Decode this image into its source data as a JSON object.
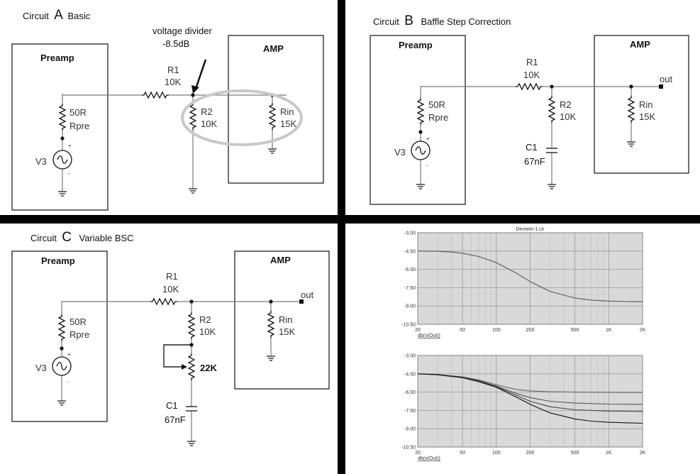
{
  "circuitA": {
    "title_prefix": "Circuit",
    "title_letter": "A",
    "title_rest": "Basic",
    "preamp": "Preamp",
    "amp": "AMP",
    "annotation_line1": "voltage divider",
    "annotation_line2": "-8.5dB",
    "r1_name": "R1",
    "r1_value": "10K",
    "r2_name": "R2",
    "r2_value": "10K",
    "rin_name": "Rin",
    "rin_value": "15K",
    "rpre_value": "50R",
    "rpre_name": "Rpre",
    "source": "V3",
    "plus": "+",
    "minus": "-"
  },
  "circuitB": {
    "title_prefix": "Circuit",
    "title_letter": "B",
    "title_rest": "Baffle Step Correction",
    "preamp": "Preamp",
    "amp": "AMP",
    "r1_name": "R1",
    "r1_value": "10K",
    "r2_name": "R2",
    "r2_value": "10K",
    "c1_name": "C1",
    "c1_value": "67nF",
    "rin_name": "Rin",
    "rin_value": "15K",
    "rpre_value": "50R",
    "rpre_name": "Rpre",
    "source": "V3",
    "out": "out",
    "plus": "+",
    "minus": "-"
  },
  "circuitC": {
    "title_prefix": "Circuit",
    "title_letter": "C",
    "title_rest": "Variable BSC",
    "preamp": "Preamp",
    "amp": "AMP",
    "r1_name": "R1",
    "r1_value": "10K",
    "r2_name": "R2",
    "r2_value": "10K",
    "pot_value": "22K",
    "c1_name": "C1",
    "c1_value": "67nF",
    "rin_name": "Rin",
    "rin_value": "15K",
    "rpre_value": "50R",
    "rpre_name": "Rpre",
    "source": "V3",
    "out": "out",
    "plus": "+",
    "minus": "-"
  },
  "chart_data": [
    {
      "type": "line",
      "title": "Demetri-1.cir",
      "xlabel": "db(v(Out))",
      "x_scale": "log",
      "xlim": [
        20,
        2000
      ],
      "ylim": [
        -10.5,
        -3.0
      ],
      "x_ticks": [
        20,
        50,
        100,
        200,
        500,
        1000,
        2000
      ],
      "x_tick_labels": [
        "20",
        "50",
        "100",
        "200",
        "500",
        "1K",
        "2K"
      ],
      "y_ticks": [
        -3.0,
        -4.5,
        -6.0,
        -7.5,
        -9.0,
        -10.5
      ],
      "y_tick_labels": [
        "-3.00",
        "-4.50",
        "-6.00",
        "-7.50",
        "-9.00",
        "-10.50"
      ],
      "grid": true,
      "series": [
        {
          "x": [
            20,
            30,
            40,
            50,
            70,
            100,
            150,
            200,
            300,
            500,
            700,
            1000,
            1500,
            2000
          ],
          "y": [
            -4.5,
            -4.52,
            -4.58,
            -4.68,
            -4.95,
            -5.45,
            -6.3,
            -7.0,
            -7.8,
            -8.35,
            -8.52,
            -8.6,
            -8.64,
            -8.65
          ]
        }
      ]
    },
    {
      "type": "line",
      "xlabel": "db(v(Out))",
      "x_scale": "log",
      "xlim": [
        20,
        2000
      ],
      "ylim": [
        -10.5,
        -3.0
      ],
      "x_ticks": [
        20,
        50,
        100,
        200,
        500,
        1000,
        2000
      ],
      "x_tick_labels": [
        "20",
        "50",
        "100",
        "200",
        "500",
        "1K",
        "2K"
      ],
      "y_ticks": [
        -3.0,
        -4.5,
        -6.0,
        -7.5,
        -9.0,
        -10.5
      ],
      "y_tick_labels": [
        "-3.00",
        "-4.50",
        "-6.00",
        "-7.50",
        "-9.00",
        "-10.50"
      ],
      "grid": true,
      "series": [
        {
          "x": [
            20,
            30,
            50,
            70,
            100,
            150,
            200,
            300,
            500,
            1000,
            2000
          ],
          "y": [
            -4.5,
            -4.55,
            -4.75,
            -5.0,
            -5.4,
            -5.78,
            -5.9,
            -5.97,
            -6.0,
            -6.02,
            -6.03
          ]
        },
        {
          "x": [
            20,
            30,
            50,
            70,
            100,
            150,
            200,
            300,
            500,
            1000,
            2000
          ],
          "y": [
            -4.5,
            -4.56,
            -4.78,
            -5.05,
            -5.5,
            -6.1,
            -6.45,
            -6.75,
            -6.9,
            -6.98,
            -7.0
          ]
        },
        {
          "x": [
            20,
            30,
            50,
            70,
            100,
            150,
            200,
            300,
            500,
            1000,
            2000
          ],
          "y": [
            -4.5,
            -4.57,
            -4.8,
            -5.1,
            -5.55,
            -6.25,
            -6.75,
            -7.2,
            -7.45,
            -7.55,
            -7.58
          ]
        },
        {
          "x": [
            20,
            30,
            50,
            70,
            100,
            150,
            200,
            300,
            500,
            700,
            1000,
            1500,
            2000
          ],
          "y": [
            -4.5,
            -4.58,
            -4.82,
            -5.15,
            -5.6,
            -6.4,
            -7.0,
            -7.7,
            -8.2,
            -8.38,
            -8.47,
            -8.52,
            -8.55
          ]
        }
      ]
    }
  ]
}
